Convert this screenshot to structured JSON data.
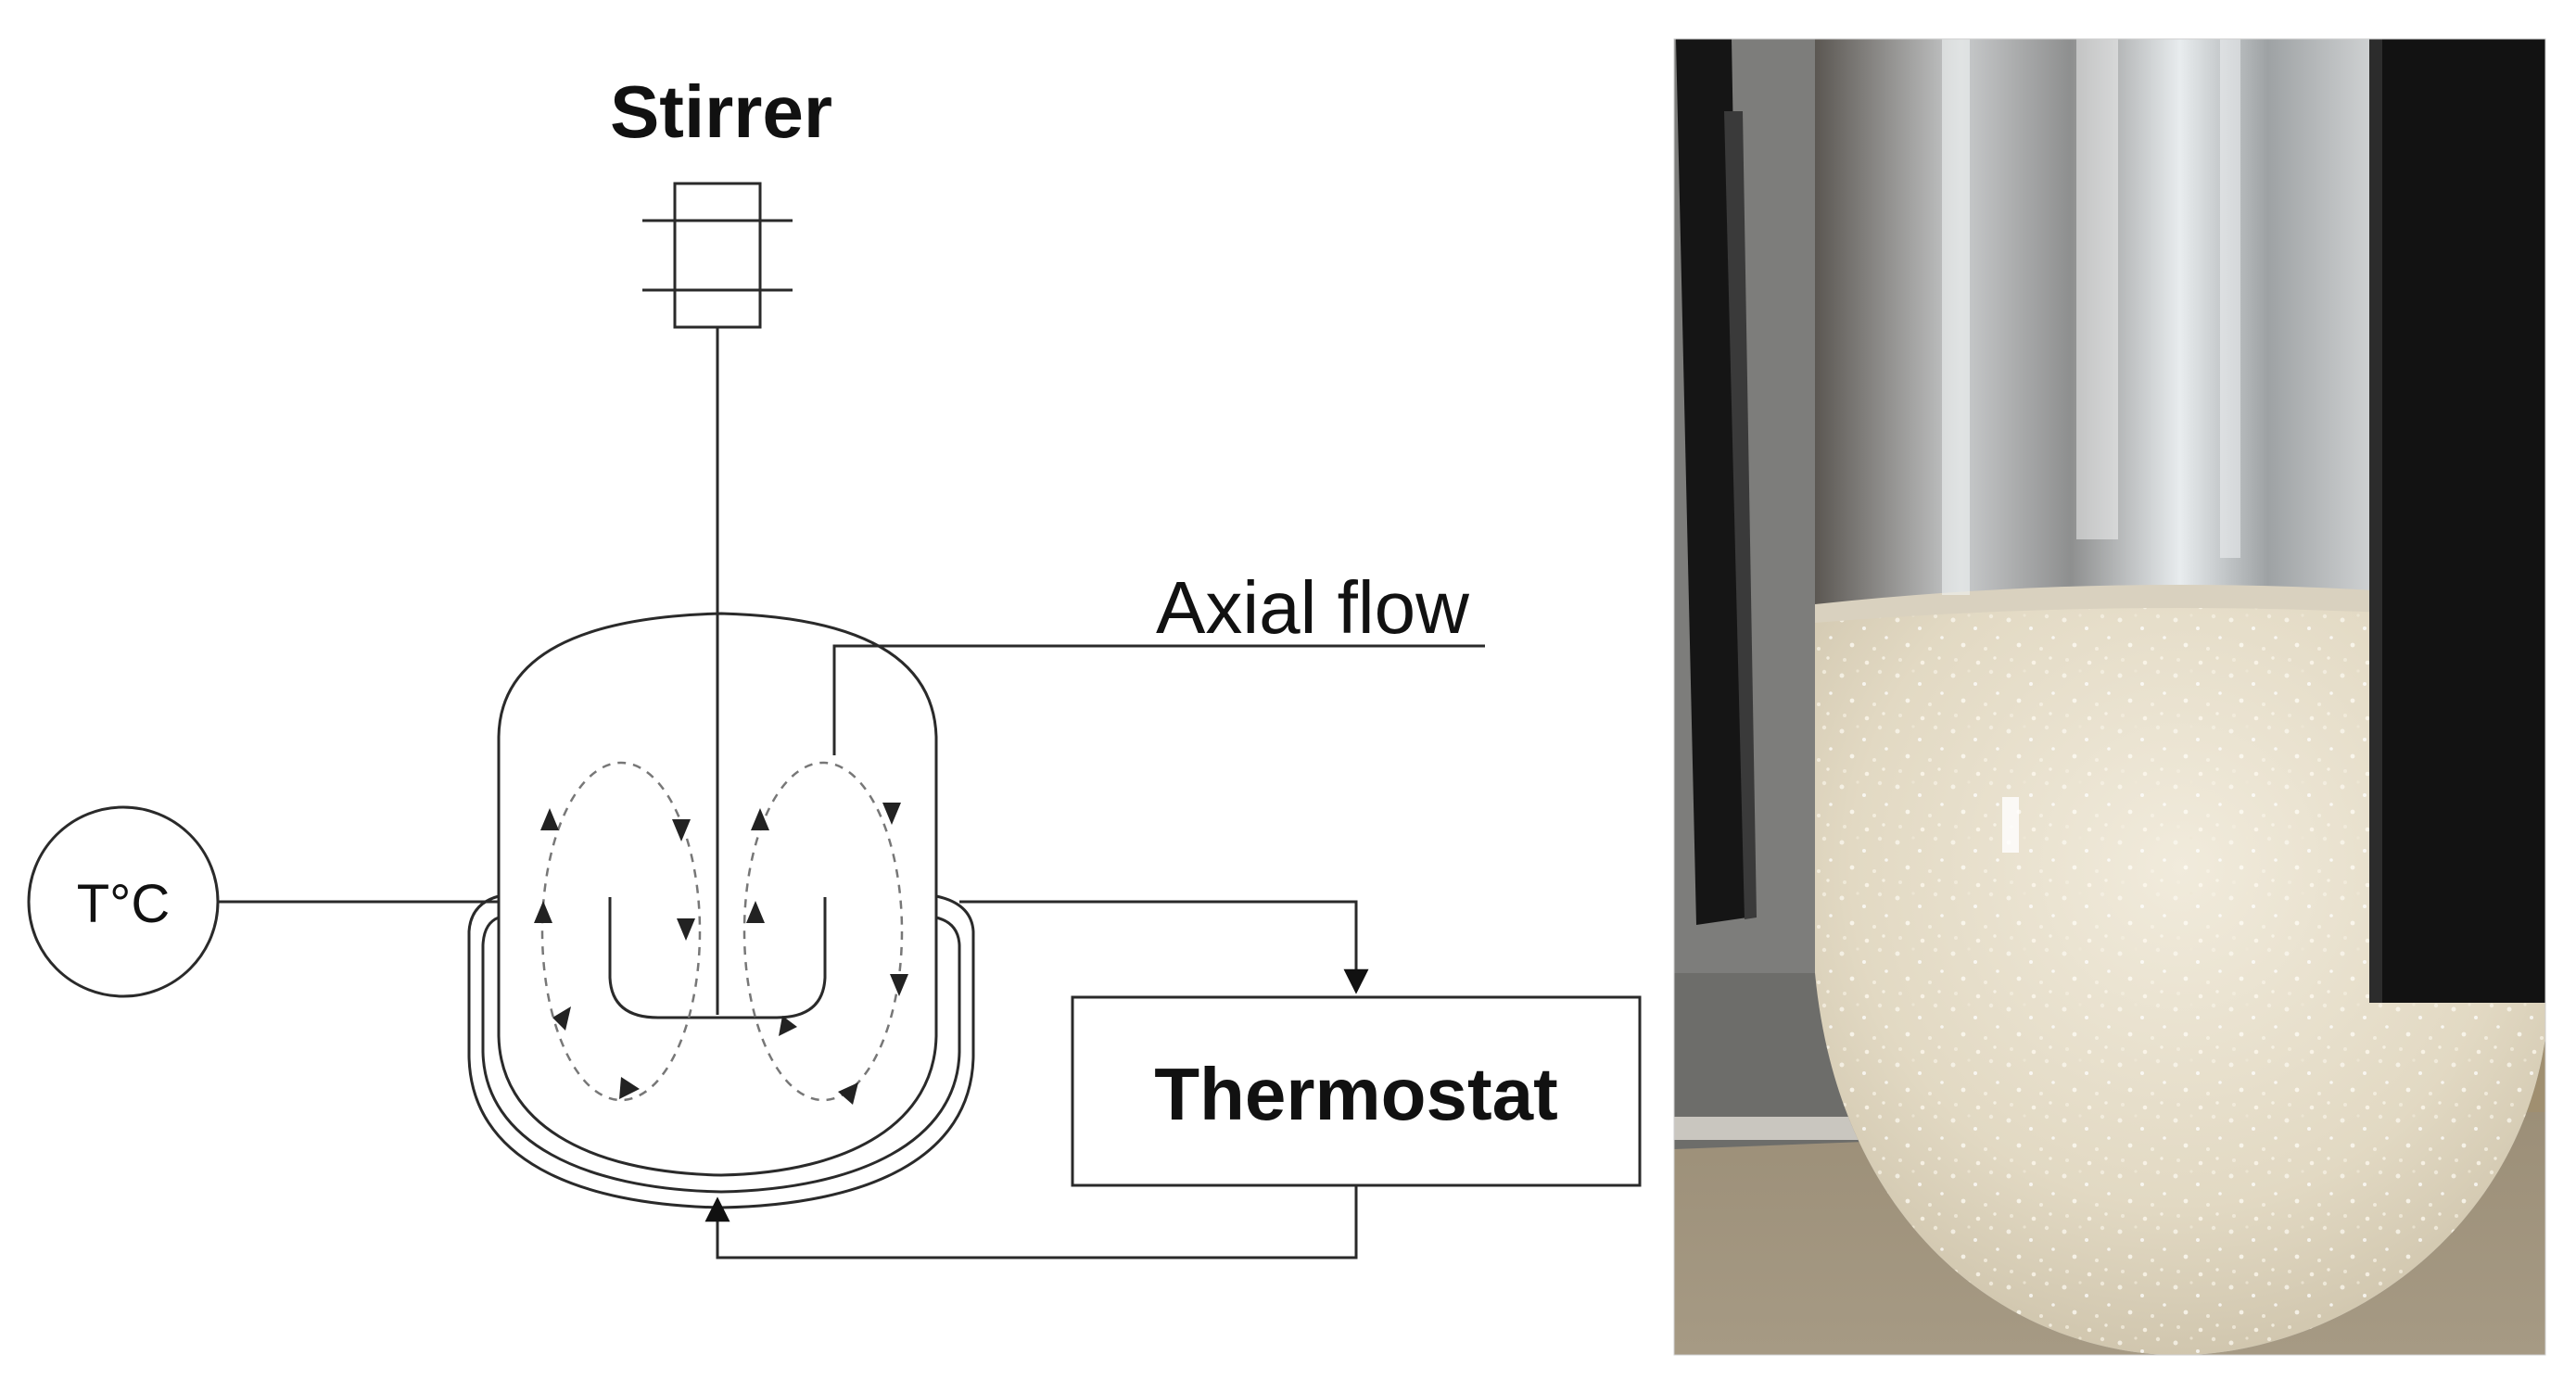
{
  "labels": {
    "stirrer": "Stirrer",
    "axial_flow": "Axial flow",
    "temperature_probe": "T°C",
    "thermostat": "Thermostat"
  },
  "colors": {
    "line": "#2a2a2a",
    "flow_arrows": "#777777",
    "photo_liquid": "#e4dcc8",
    "photo_background": "#8a7f6c",
    "photo_baffle": "#141414"
  },
  "icons": {
    "stirrer_motor": "stirrer-motor-icon",
    "temperature_probe": "temperature-probe-icon",
    "photo": "reactor-photograph"
  }
}
